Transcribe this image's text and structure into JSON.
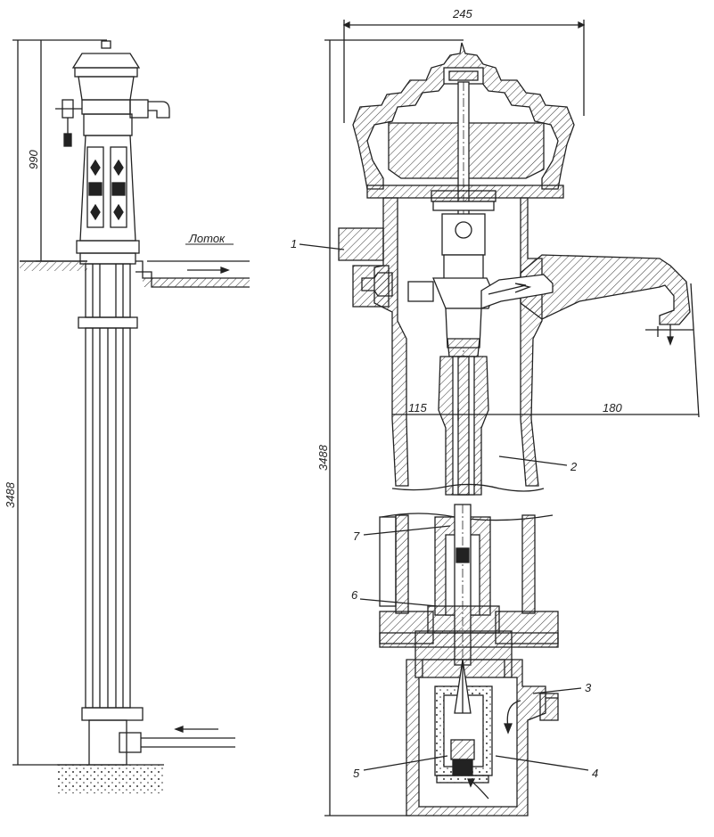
{
  "dimensions": {
    "top_width": "245",
    "overall_height_left": "3488",
    "overall_height_right": "3488",
    "head_height": "990",
    "offset_left": "115",
    "offset_right": "180"
  },
  "labels": {
    "trough": "Лоток",
    "part_1": "1",
    "part_2": "2",
    "part_3": "3",
    "part_4": "4",
    "part_5": "5",
    "part_6": "6",
    "part_7": "7"
  },
  "colors": {
    "ink": "#222222",
    "paper": "#ffffff"
  }
}
